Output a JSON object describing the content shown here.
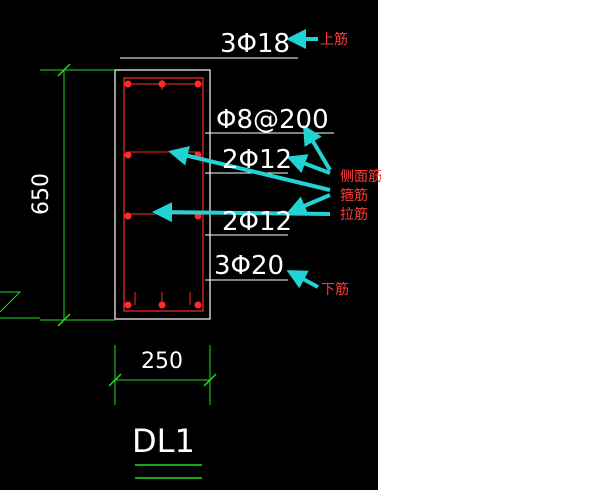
{
  "drawing": {
    "top_bars": "3Φ18",
    "stirrups": "Φ8@200",
    "side_bars_1": "2Φ12",
    "side_bars_2": "2Φ12",
    "bottom_bars": "3Φ20",
    "height_dim": "650",
    "width_dim": "250",
    "beam_name": "DL1"
  },
  "notes": {
    "top": "上筋",
    "side": "侧面筋",
    "stirrup": "箍筋",
    "tie": "拉筋",
    "bottom": "下筋"
  },
  "colors": {
    "background": "#000000",
    "outline": "#ffffff",
    "rebar": "#ff2a2a",
    "dimension": "#22dd22",
    "arrow": "#22d3d3",
    "note_text": "#ff3b3b"
  }
}
